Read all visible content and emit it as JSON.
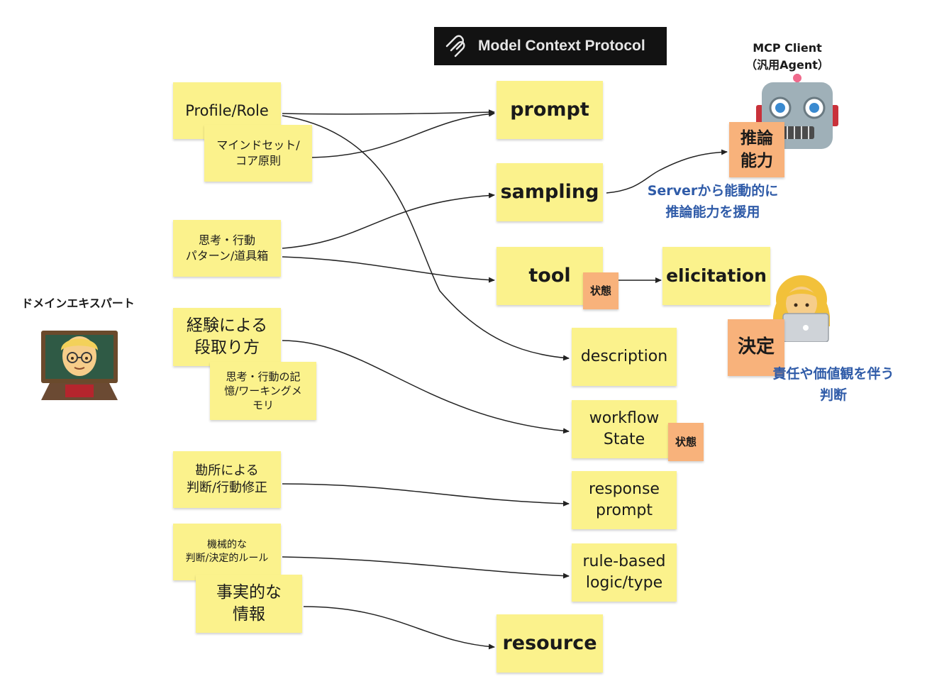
{
  "header": {
    "title": "Model Context Protocol"
  },
  "expert": {
    "label": "ドメインエキスパート"
  },
  "client": {
    "label": "MCP Client\n（汎用Agent）"
  },
  "left_notes": {
    "profile_role": "Profile/Role",
    "mindset": "マインドセット/\nコア原則",
    "thinking_patterns": "思考・行動\nパターン/道具箱",
    "experience": "経験による\n段取り方",
    "working_memory": "思考・行動の記\n憶/ワーキングメ\nモリ",
    "intuition": "勘所による\n判断/行動修正",
    "mechanical_rules": "機械的な\n判断/決定的ルール",
    "facts": "事実的な\n情報"
  },
  "mcp_notes": {
    "prompt": "prompt",
    "sampling": "sampling",
    "tool": "tool",
    "description": "description",
    "workflow_state": "workflow\nState",
    "response_prompt": "response\nprompt",
    "rule_based": "rule-based\nlogic/type",
    "resource": "resource"
  },
  "badges": {
    "tool_state": "状態",
    "workflow_state": "状態",
    "reasoning": "推論\n能力",
    "decision": "決定"
  },
  "right": {
    "elicitation": "elicitation",
    "sampling_caption": "Serverから能動的に\n推論能力を援用",
    "decision_caption": "責任や価値観を伴う\n判断"
  },
  "colors": {
    "sticky": "#fbf28c",
    "orange": "#f8b27b",
    "caption_blue": "#2f5ba8",
    "header_bg": "#121212"
  }
}
